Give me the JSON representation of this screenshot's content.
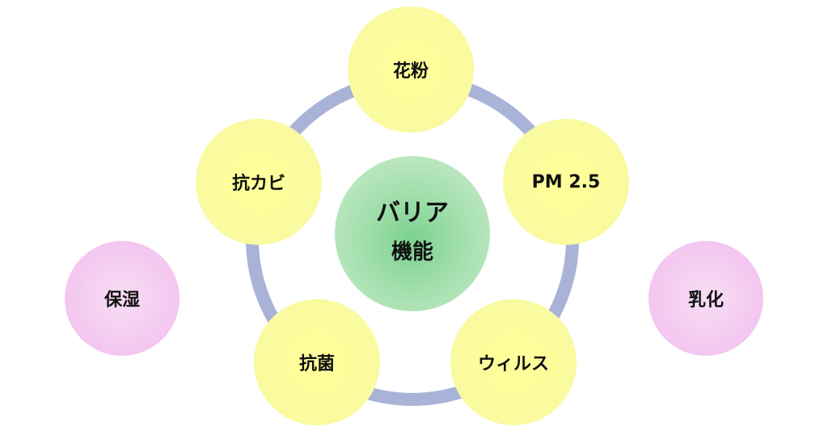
{
  "center": {
    "line1": "バリア",
    "line2": "機能"
  },
  "ring_nodes": [
    {
      "label": "花粉"
    },
    {
      "label": "PM 2.5"
    },
    {
      "label": "ウィルス"
    },
    {
      "label": "抗菌"
    },
    {
      "label": "抗カビ"
    }
  ],
  "side_nodes": [
    {
      "label": "保湿"
    },
    {
      "label": "乳化"
    }
  ],
  "colors": {
    "ring": "#a9b3d7",
    "ring_nodes": "#fafaa0",
    "side_nodes": "#f4c9f0",
    "center": "#9ad9a7"
  }
}
